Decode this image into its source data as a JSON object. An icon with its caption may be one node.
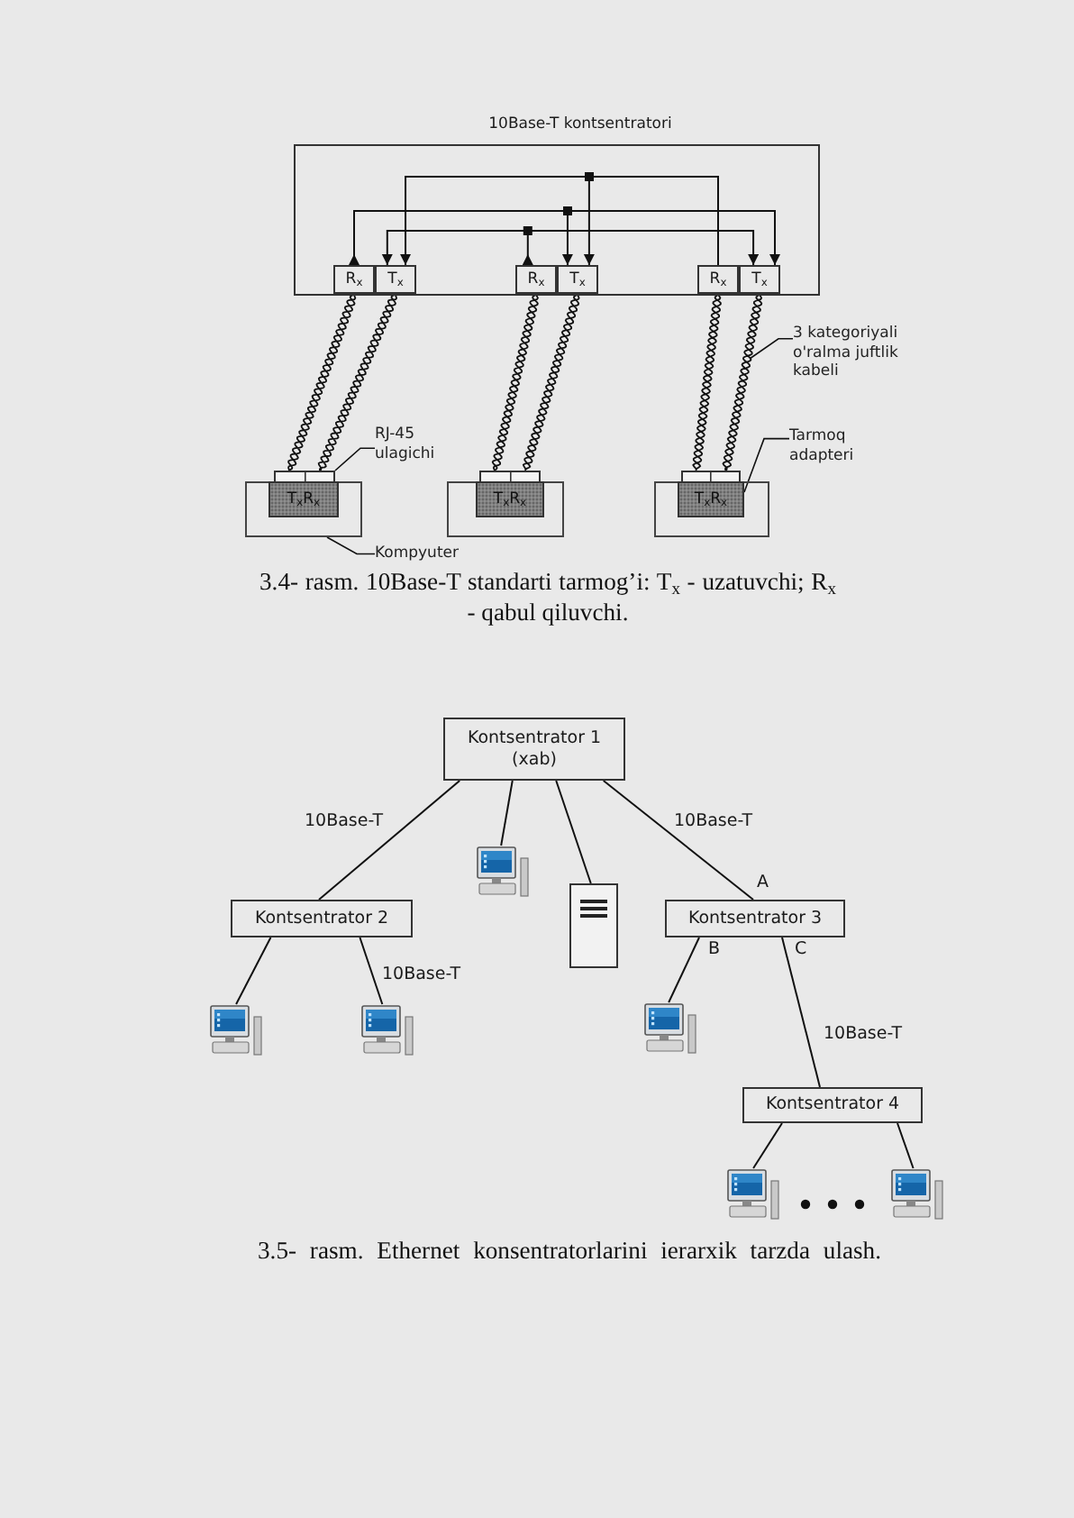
{
  "diagram": {
    "nodes": [
      {
        "text": [
          "10Base-T kontsentratori"
        ]
      },
      {
        "text": [
          "R$_{x}$"
        ],
        "in": 0
      },
      {
        "text": [
          "T$_{x}$"
        ],
        "in": 0
      },
      {
        "text": [
          "R$_{x}$"
        ],
        "in": 0
      },
      {
        "text": [
          "T$_{x}$"
        ],
        "in": 0
      },
      {
        "text": [
          "R$_{x}$"
        ],
        "in": 0
      },
      {
        "text": [
          "T$_{x}$"
        ],
        "in": 0
      },
      {
        "text": [],
        "shape": "box"
      },
      {
        "text": [
          "T$_{x}$R$_{x}$"
        ],
        "in": 7
      },
      {
        "text": [],
        "shape": "box"
      },
      {
        "text": [],
        "shape": "box"
      },
      {
        "text": [
          "T$_{x}$R$_{x}$"
        ],
        "in": 10
      },
      {
        "text": [],
        "shape": "box"
      },
      {
        "text": [],
        "shape": "box"
      },
      {
        "text": [
          "T$_{x}$R$_{x}$"
        ],
        "in": 13
      },
      {
        "text": [],
        "shape": "box"
      },
      {
        "text": [
          "RJ-45 ulagichi"
        ]
      },
      {
        "text": [
          "3 kategoriyali o'ralma juftlik kabeli"
        ]
      },
      {
        "text": [
          "Tarmoq adapteri"
        ]
      },
      {
        "text": [
          "Kompyuter"
        ]
      },
      {
        "text": [
          "Kontsentrator 1 (xab)"
        ]
      },
      {
        "text": [],
        "shape": "computer"
      },
      {
        "text": [],
        "shape": "server"
      },
      {
        "text": [
          "Kontsentrator 2"
        ]
      },
      {
        "text": [
          "Kontsentrator 3"
        ]
      },
      {
        "text": [],
        "shape": "computer"
      },
      {
        "text": [],
        "shape": "computer"
      },
      {
        "text": [],
        "shape": "computer"
      },
      {
        "text": [
          "Kontsentrator 4"
        ]
      },
      {
        "text": [],
        "shape": "computer"
      },
      {
        "text": [],
        "shape": "computer"
      }
    ],
    "edges": [
      {
        "from": 5,
        "to": 2,
        "arrow": "to"
      },
      {
        "from": 5,
        "to": 4,
        "arrow": "to"
      },
      {
        "from": 1,
        "to": 4,
        "arrow": "to"
      },
      {
        "from": 1,
        "to": 6,
        "arrow": "to"
      },
      {
        "from": 3,
        "to": 2,
        "arrow": "to"
      },
      {
        "from": 3,
        "to": 6,
        "arrow": "to"
      },
      {
        "from": 1,
        "to": 9,
        "arrow": "none"
      },
      {
        "from": 2,
        "to": 9,
        "arrow": "none"
      },
      {
        "from": 3,
        "to": 12,
        "arrow": "none"
      },
      {
        "from": 4,
        "to": 12,
        "arrow": "none"
      },
      {
        "from": 5,
        "to": 15,
        "arrow": "none"
      },
      {
        "from": 6,
        "to": 15,
        "arrow": "none"
      },
      {
        "from": 16,
        "to": 9,
        "arrow": "none"
      },
      {
        "from": 17,
        "to": null,
        "arrow": "none"
      },
      {
        "from": 18,
        "to": 14,
        "arrow": "none"
      },
      {
        "from": 19,
        "to": 7,
        "arrow": "none"
      },
      {
        "from": 20,
        "to": 23,
        "arrow": "none",
        "label": "10Base-T"
      },
      {
        "from": 20,
        "to": 21,
        "arrow": "none"
      },
      {
        "from": 20,
        "to": 22,
        "arrow": "none"
      },
      {
        "from": 20,
        "to": 24,
        "arrow": "none",
        "label": "10Base-T"
      },
      {
        "from": 23,
        "to": 25,
        "arrow": "none"
      },
      {
        "from": 23,
        "to": 26,
        "arrow": "none",
        "label": "10Base-T"
      },
      {
        "from": 24,
        "to": 27,
        "arrow": "none"
      },
      {
        "from": 24,
        "to": 28,
        "arrow": "none",
        "label": "10Base-T"
      },
      {
        "from": 28,
        "to": 29,
        "arrow": "none"
      },
      {
        "from": 28,
        "to": 30,
        "arrow": "none"
      }
    ],
    "labels": [
      "3.4- rasm. 10Base-T standarti tarmog’i: T$_{x}$ - uzatuvchi; R$_{x}$ - qabul qiluvchi.",
      "A",
      "B",
      "C",
      "3.5- rasm. Ethernet konsentratorlarini ierarxik tarzda ulash."
    ]
  }
}
